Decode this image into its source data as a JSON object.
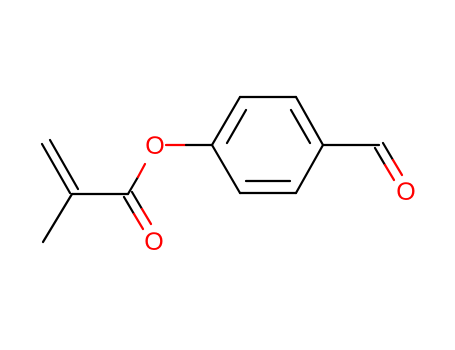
{
  "molecule": {
    "atom_labels": [
      {
        "id": "ester-oxygen",
        "symbol": "O"
      },
      {
        "id": "carbonyl-oxygen",
        "symbol": "O"
      },
      {
        "id": "aldehyde-oxygen",
        "symbol": "O"
      }
    ]
  },
  "colors": {
    "bond": "#000000",
    "oxygen": "#ff0000",
    "background": "#ffffff"
  }
}
